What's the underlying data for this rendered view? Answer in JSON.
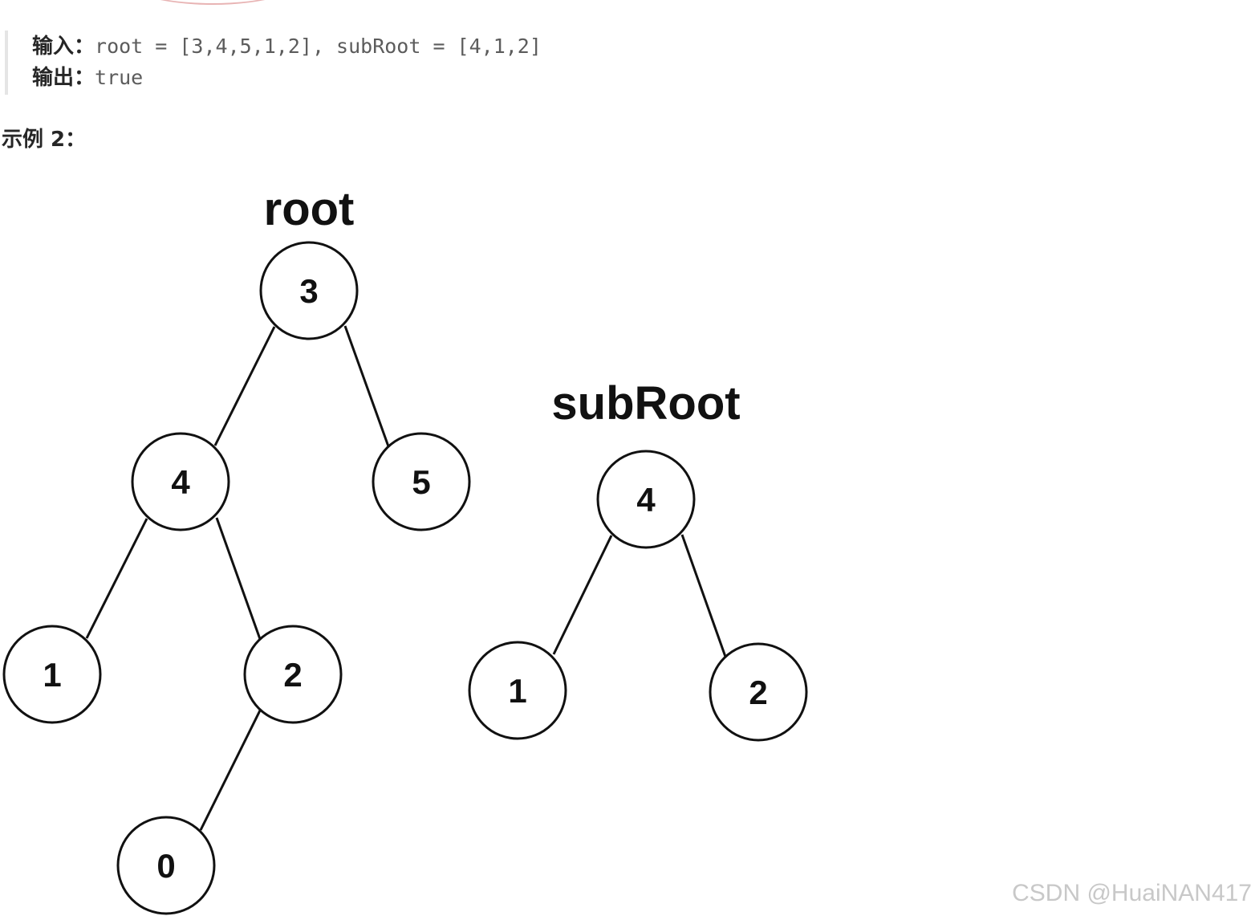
{
  "example1": {
    "input_label": "输入：",
    "input_value": "root = [3,4,5,1,2], subRoot = [4,1,2]",
    "output_label": "输出：",
    "output_value": "true"
  },
  "example2": {
    "heading": "示例 2：",
    "trees": {
      "root": {
        "title": "root",
        "nodes": [
          "3",
          "4",
          "5",
          "1",
          "2",
          "0"
        ]
      },
      "subRoot": {
        "title": "subRoot",
        "nodes": [
          "4",
          "1",
          "2"
        ]
      }
    }
  },
  "watermark": "CSDN @HuaiNAN417"
}
